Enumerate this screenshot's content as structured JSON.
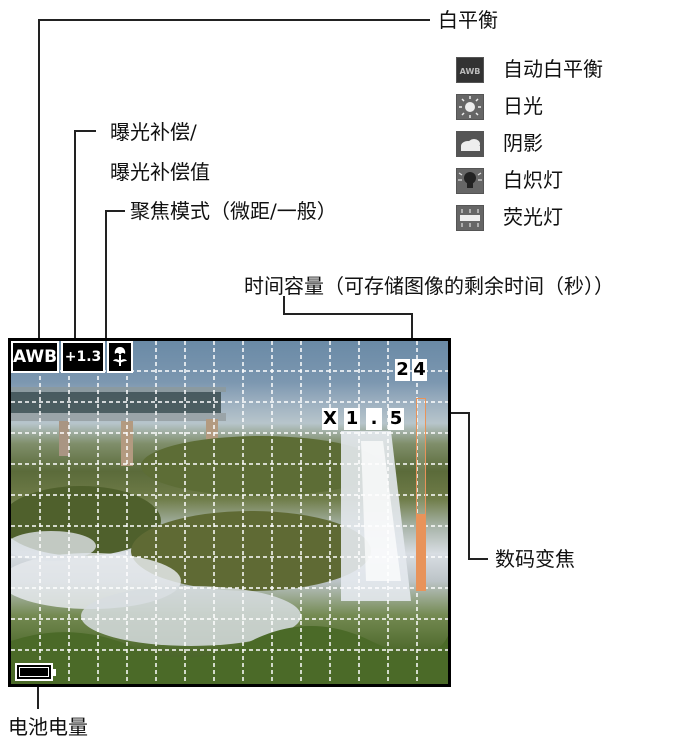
{
  "labels": {
    "white_balance": "白平衡",
    "exposure_comp_1": "曝光补偿/",
    "exposure_comp_2": "曝光补偿值",
    "focus_mode": "聚焦模式（微距/一般）",
    "time_capacity": "时间容量（可存储图像的剩余时间（秒））",
    "digital_zoom": "数码变焦",
    "battery": "电池电量"
  },
  "white_balance_options": [
    {
      "label": "自动白平衡",
      "icon": "awb-icon"
    },
    {
      "label": "日光",
      "icon": "daylight-icon"
    },
    {
      "label": "阴影",
      "icon": "shade-icon"
    },
    {
      "label": "白炽灯",
      "icon": "incandescent-icon"
    },
    {
      "label": "荧光灯",
      "icon": "fluorescent-icon"
    }
  ],
  "screen": {
    "wb_indicator": "AWB",
    "exposure_value": "+1.3",
    "remaining_time": [
      "2",
      "4"
    ],
    "zoom_prefix": "X",
    "zoom_digits": [
      "1",
      ".",
      "5"
    ],
    "zoom_level_fraction": 0.4
  },
  "colors": {
    "zoom_bar": "#e8935a",
    "grid": "#ffffff"
  }
}
